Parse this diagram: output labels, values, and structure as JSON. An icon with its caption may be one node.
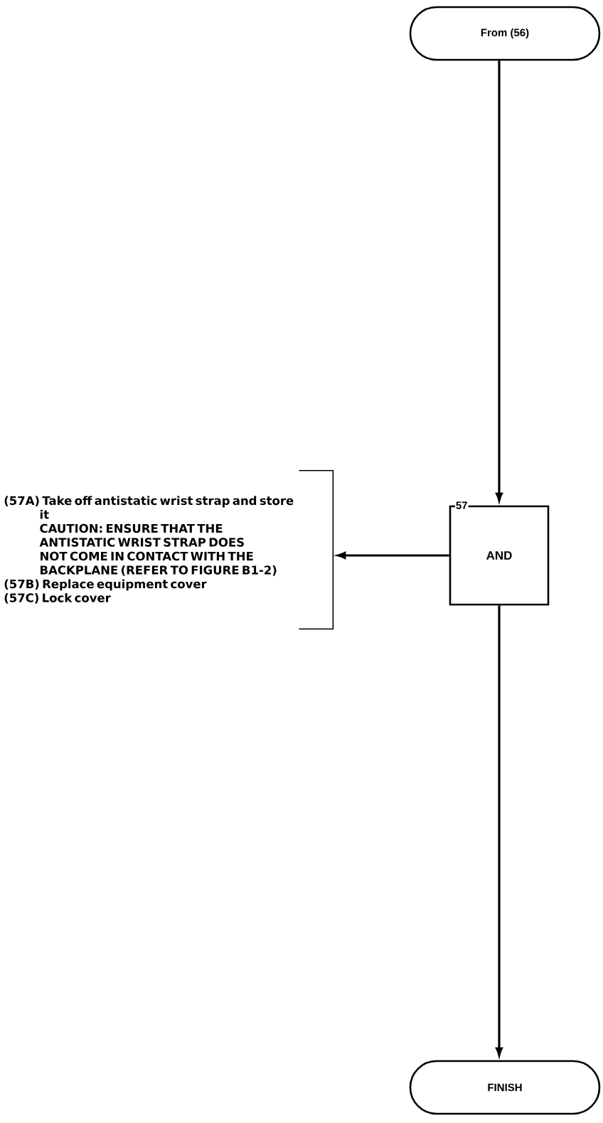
{
  "diagram": {
    "nodes": [
      {
        "text": [
          "From (56)"
        ]
      },
      {
        "text": [
          "57",
          "AND"
        ]
      },
      {
        "text": [
          "(57A) Take off antistatic wrist strap and store it",
          "CAUTION: ENSURE THAT THE ANTISTATIC WRIST STRAP DOES NOT COME IN CONTACT WITH THE BACKPLANE (REFER TO FIGURE B1-2)",
          "(57B) Replace equipment cover",
          "(57C) Lock cover"
        ]
      },
      {
        "text": [
          "FINISH"
        ]
      }
    ],
    "edges": [
      {
        "from": 0,
        "to": 1,
        "arrow": "to"
      },
      {
        "from": 1,
        "to": 2,
        "arrow": "to"
      },
      {
        "from": 1,
        "to": 3,
        "arrow": "to"
      }
    ]
  }
}
